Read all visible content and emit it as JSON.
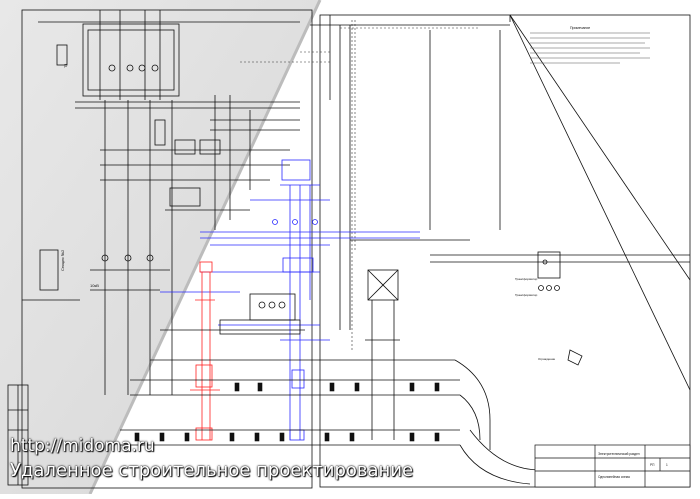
{
  "watermark": {
    "url": "http://midoma.ru",
    "caption": "Удаленное строительное проектирование"
  },
  "drawing": {
    "notes_heading": "Примечание",
    "left_label_box": "Секция №2",
    "left_voltage_label": "10кВ",
    "left_box_label": "Т1",
    "right_label_1": "Трансформатор",
    "right_label_2": "Трансформатор",
    "tower_label": "Ограждение",
    "title_block": {
      "name": "Электротехнический раздел",
      "sheet_name": "Однолинейная схема",
      "stage": "РП",
      "sheet": "1"
    }
  },
  "colors": {
    "paper": "#ffffff",
    "gray_zone": "#dcdcdc",
    "line_black": "#111111",
    "line_blue": "#2a2aff",
    "line_red": "#ff2020"
  }
}
